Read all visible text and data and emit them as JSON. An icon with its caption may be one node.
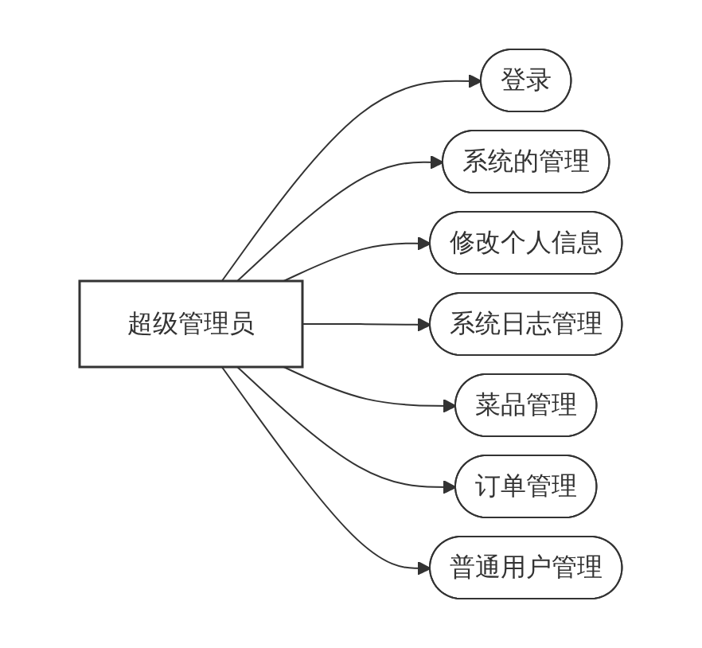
{
  "diagram": {
    "nodes": [
      {
        "text": [
          "超级管理员"
        ]
      },
      {
        "text": [
          "登录"
        ]
      },
      {
        "text": [
          "系统的管理"
        ]
      },
      {
        "text": [
          "修改个人信息"
        ]
      },
      {
        "text": [
          "系统日志管理"
        ]
      },
      {
        "text": [
          "菜品管理"
        ]
      },
      {
        "text": [
          "订单管理"
        ]
      },
      {
        "text": [
          "普通用户管理"
        ]
      }
    ],
    "edges": [
      {
        "from": 0,
        "to": 1,
        "arrow": "to"
      },
      {
        "from": 0,
        "to": 2,
        "arrow": "to"
      },
      {
        "from": 0,
        "to": 3,
        "arrow": "to"
      },
      {
        "from": 0,
        "to": 4,
        "arrow": "to"
      },
      {
        "from": 0,
        "to": 5,
        "arrow": "to"
      },
      {
        "from": 0,
        "to": 6,
        "arrow": "to"
      },
      {
        "from": 0,
        "to": 7,
        "arrow": "to"
      }
    ]
  }
}
